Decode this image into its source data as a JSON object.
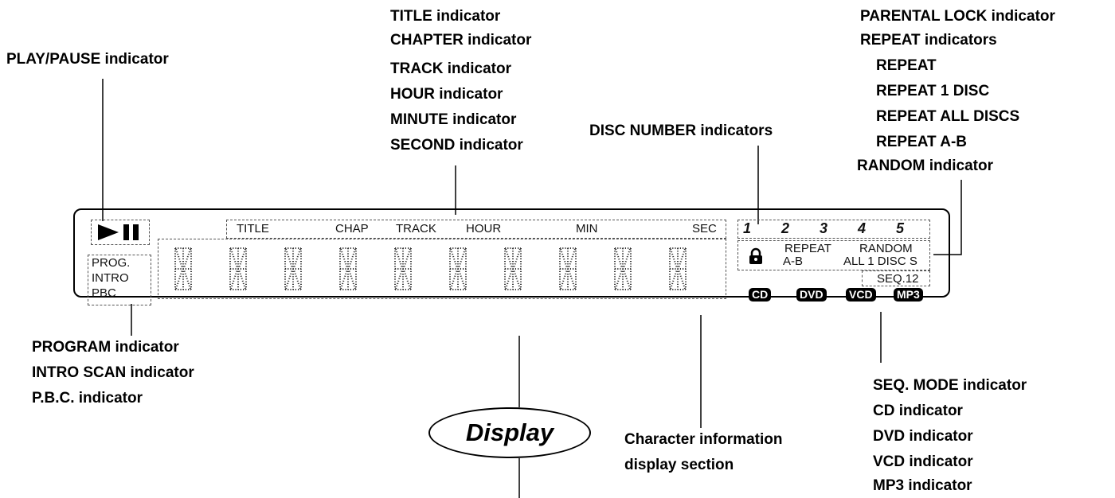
{
  "labels": {
    "play_pause": "PLAY/PAUSE indicator",
    "time_group": [
      "TITLE indicator",
      "CHAPTER indicator",
      "TRACK indicator",
      "HOUR indicator",
      "MINUTE indicator",
      "SECOND indicator"
    ],
    "disc_number": "DISC NUMBER indicators",
    "right_group": [
      "PARENTAL LOCK indicator",
      "REPEAT indicators",
      "REPEAT",
      "REPEAT 1 DISC",
      "REPEAT ALL DISCS",
      "REPEAT A-B",
      "RANDOM  indicator"
    ],
    "program_group": [
      "PROGRAM indicator",
      "INTRO SCAN  indicator",
      "P.B.C. indicator"
    ],
    "display": "Display",
    "char_info": [
      "Character information",
      "display section"
    ],
    "media_group": [
      "SEQ. MODE indicator",
      "CD indicator",
      "DVD indicator",
      "VCD indicator",
      "MP3 indicator"
    ]
  },
  "lcd": {
    "time_labels": [
      "TITLE",
      "CHAP",
      "TRACK",
      "HOUR",
      "MIN",
      "SEC"
    ],
    "mode_labels": [
      "PROG.",
      "INTRO",
      "PBC"
    ],
    "disc_numbers": [
      "1",
      "2",
      "3",
      "4",
      "5"
    ],
    "repeat_top": "REPEAT",
    "random_top": "RANDOM",
    "ab": "A-B",
    "all1disc": "ALL 1 DISC S",
    "seq": "SEQ.12",
    "media": [
      "CD",
      "DVD",
      "VCD",
      "MP3"
    ]
  }
}
